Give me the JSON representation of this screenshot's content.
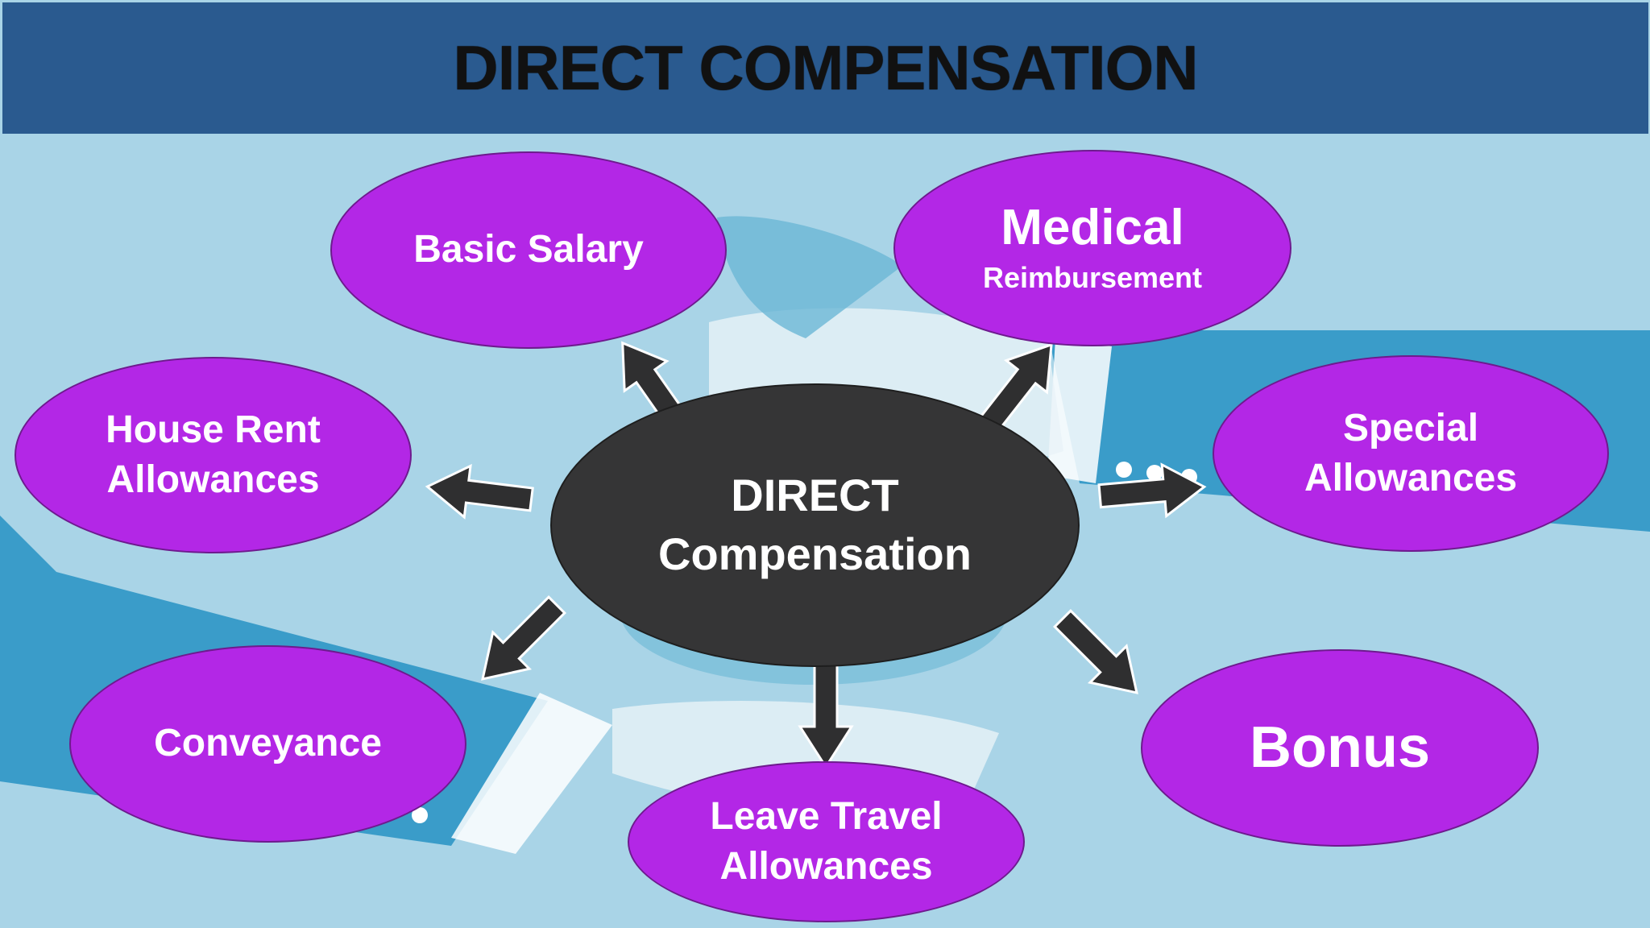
{
  "title": "DIRECT COMPENSATION",
  "center": {
    "line1": "DIRECT",
    "line2": "Compensation"
  },
  "nodes": {
    "basic_salary": {
      "line1": "Basic Salary"
    },
    "medical": {
      "line1": "Medical",
      "line2": "Reimbursement"
    },
    "house_rent": {
      "line1": "House Rent",
      "line2": "Allowances"
    },
    "special": {
      "line1": "Special",
      "line2": "Allowances"
    },
    "conveyance": {
      "line1": "Conveyance"
    },
    "leave_travel": {
      "line1": "Leave Travel",
      "line2": "Allowances"
    },
    "bonus": {
      "line1": "Bonus"
    }
  },
  "colors": {
    "header": "#2a5a8f",
    "node_fill": "#b327e6",
    "center_fill": "#353536",
    "background": "#a9d4e7",
    "arrow_fill": "#2f2f30"
  }
}
